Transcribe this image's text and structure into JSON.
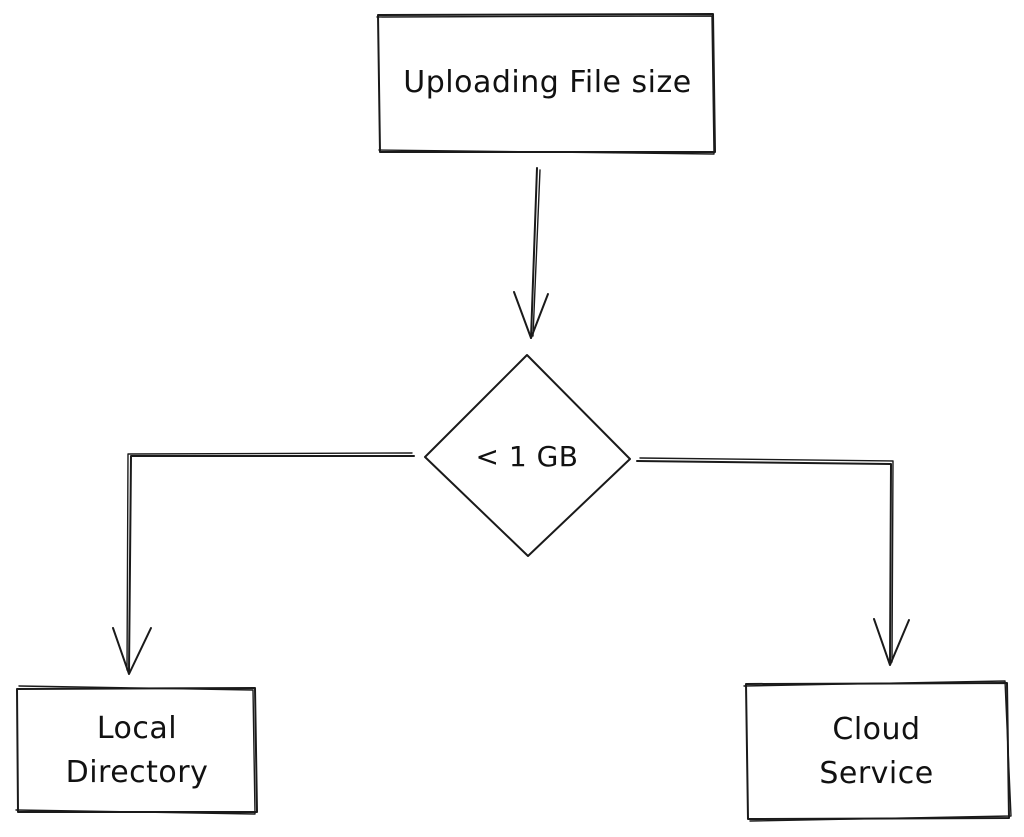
{
  "nodes": {
    "upload": {
      "label": "Uploading File size"
    },
    "decision": {
      "label": "< 1 GB"
    },
    "local": {
      "line1": "Local",
      "line2": "Directory"
    },
    "cloud": {
      "line1": "Cloud",
      "line2": "Service"
    }
  },
  "edges": [
    {
      "from": "upload",
      "to": "decision"
    },
    {
      "from": "decision",
      "to": "local"
    },
    {
      "from": "decision",
      "to": "cloud"
    }
  ],
  "colors": {
    "stroke": "#1a1a1a",
    "background": "#ffffff"
  }
}
